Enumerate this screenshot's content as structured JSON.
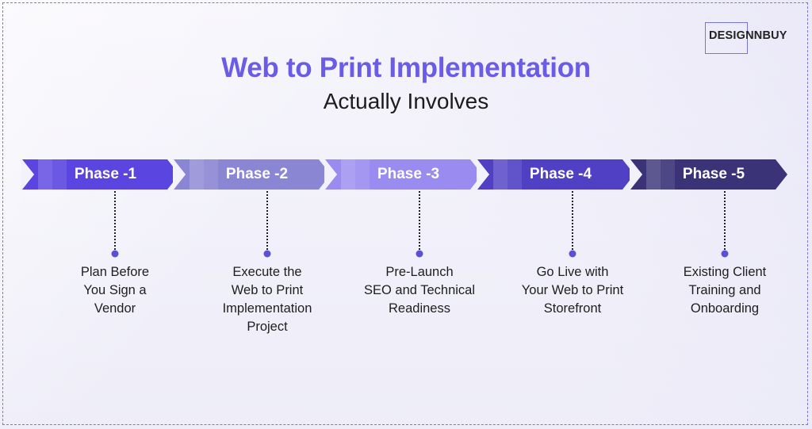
{
  "brand": {
    "logo_text": "DESIGNNBUY"
  },
  "heading": {
    "title": "Web to Print Implementation",
    "subtitle": "Actually Involves"
  },
  "colors": {
    "title": "#6a5ce6",
    "frame": "#7b76d8",
    "connector": "#222222",
    "dot": "#5b4fd8"
  },
  "phases": [
    {
      "label": "Phase -1",
      "description_lines": [
        "Plan Before",
        "You Sign a",
        "Vendor"
      ],
      "color": "#5b45e0"
    },
    {
      "label": "Phase -2",
      "description_lines": [
        "Execute the",
        "Web to Print",
        "Implementation",
        "Project"
      ],
      "color": "#8b86d4"
    },
    {
      "label": "Phase -3",
      "description_lines": [
        "Pre-Launch",
        "SEO and Technical",
        "Readiness"
      ],
      "color": "#9a8bf0"
    },
    {
      "label": "Phase -4",
      "description_lines": [
        "Go Live with",
        "Your Web to Print",
        "Storefront"
      ],
      "color": "#4f40c4"
    },
    {
      "label": "Phase -5",
      "description_lines": [
        "Existing Client",
        "Training and",
        "Onboarding"
      ],
      "color": "#3a3377"
    }
  ]
}
